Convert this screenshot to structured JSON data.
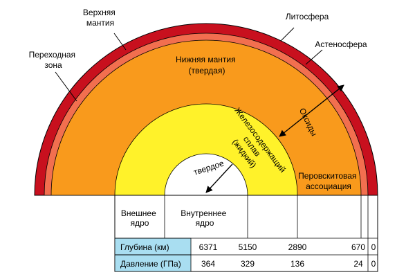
{
  "labels": {
    "upper_mantle": [
      "Верхняя",
      "мантия"
    ],
    "lithosphere": "Литосфера",
    "asthenosphere": "Астеносфера",
    "transition_zone": [
      "Переходная",
      "зона"
    ],
    "lower_mantle": [
      "Нижняя мантия",
      "(твердая)"
    ],
    "oxides": "Оксиды",
    "iron_alloy": [
      "Железосодержащий",
      "сплав",
      "(жидкий)"
    ],
    "solid": "твердое",
    "perovskite": [
      "Перовскитовая",
      "ассоциация"
    ],
    "outer_core": [
      "Внешнее",
      "ядро"
    ],
    "inner_core": [
      "Внутреннее",
      "ядро"
    ]
  },
  "table": {
    "depth_label": "Глубина (км)",
    "pressure_label": "Давление (ГПа)",
    "depths": [
      "6371",
      "5150",
      "2890",
      "670",
      "0"
    ],
    "pressures": [
      "364",
      "329",
      "136",
      "24",
      "0"
    ]
  },
  "colors": {
    "crust": "#c8101e",
    "transition": "#f26f4f",
    "mantle": "#f99a1c",
    "outer_core": "#fff22a",
    "inner_core": "#ffffff",
    "table_header": "#a9def1",
    "outline": "#000000"
  }
}
